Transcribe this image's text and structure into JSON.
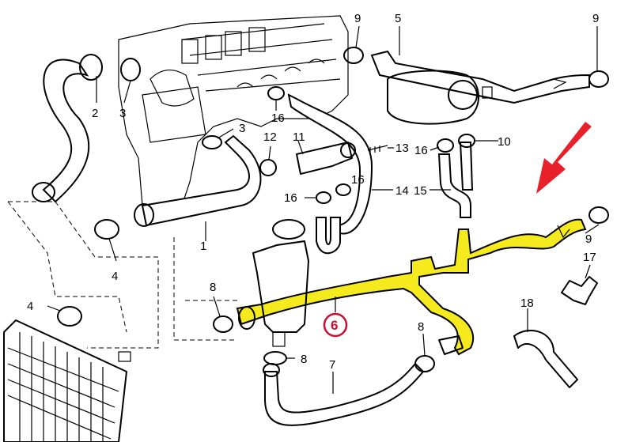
{
  "diagram": {
    "highlight_color": "#f5ea1e",
    "circle_color": "#c8102e",
    "arrow_color": "#e8202a",
    "highlighted_part": "6",
    "callouts": {
      "c1": "1",
      "c2": "2",
      "c3a": "3",
      "c3b": "3",
      "c4a": "4",
      "c4b": "4",
      "c5": "5",
      "c6": "6",
      "c7": "7",
      "c8a": "8",
      "c8b": "8",
      "c8c": "8",
      "c9a": "9",
      "c9b": "9",
      "c9c": "9",
      "c10": "10",
      "c11": "11",
      "c12": "12",
      "c13": "13",
      "c14": "14",
      "c15": "15",
      "c16a": "16",
      "c16b": "16",
      "c16c": "16",
      "c16d": "16",
      "c17": "17",
      "c18": "18"
    }
  }
}
